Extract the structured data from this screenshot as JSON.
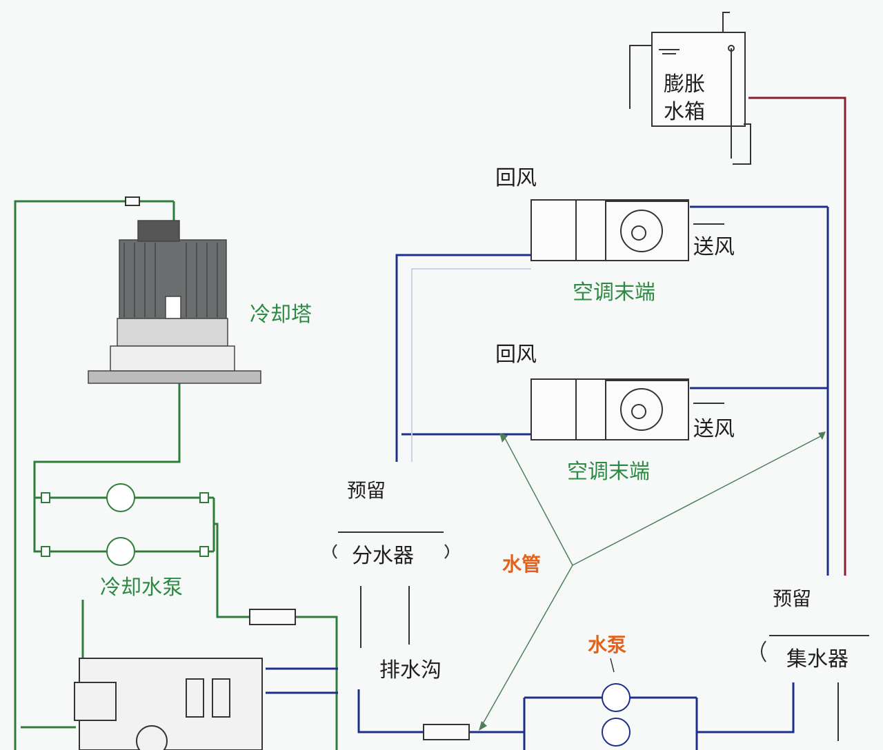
{
  "labels": {
    "expansion_tank_line1": "膨胀",
    "expansion_tank_line2": "水箱",
    "return_air_1": "回风",
    "supply_air_1": "送风",
    "ac_terminal_1": "空调末端",
    "return_air_2": "回风",
    "supply_air_2": "送风",
    "ac_terminal_2": "空调末端",
    "cooling_tower": "冷却塔",
    "cooling_water_pump": "冷却水泵",
    "reserved_1": "预留",
    "water_divider": "分水器",
    "water_pipe": "水管",
    "drain_trench": "排水沟",
    "water_pump": "水泵",
    "reserved_2": "预留",
    "water_collector": "集水器"
  },
  "colors": {
    "chilled_water_pipe": "#1e2f8a",
    "condenser_water_pipe": "#2f7d3a",
    "expansion_pipe": "#8a1d2e",
    "label_green": "#2d8a43",
    "label_orange": "#e2621b",
    "equipment_outline": "#333333"
  },
  "icons": {
    "cooling_tower": "cooling-tower-icon",
    "fan": "centrifugal-fan-icon",
    "pump": "circulation-pump-icon",
    "valve": "gate-valve-icon",
    "chiller": "chiller-unit-icon"
  }
}
